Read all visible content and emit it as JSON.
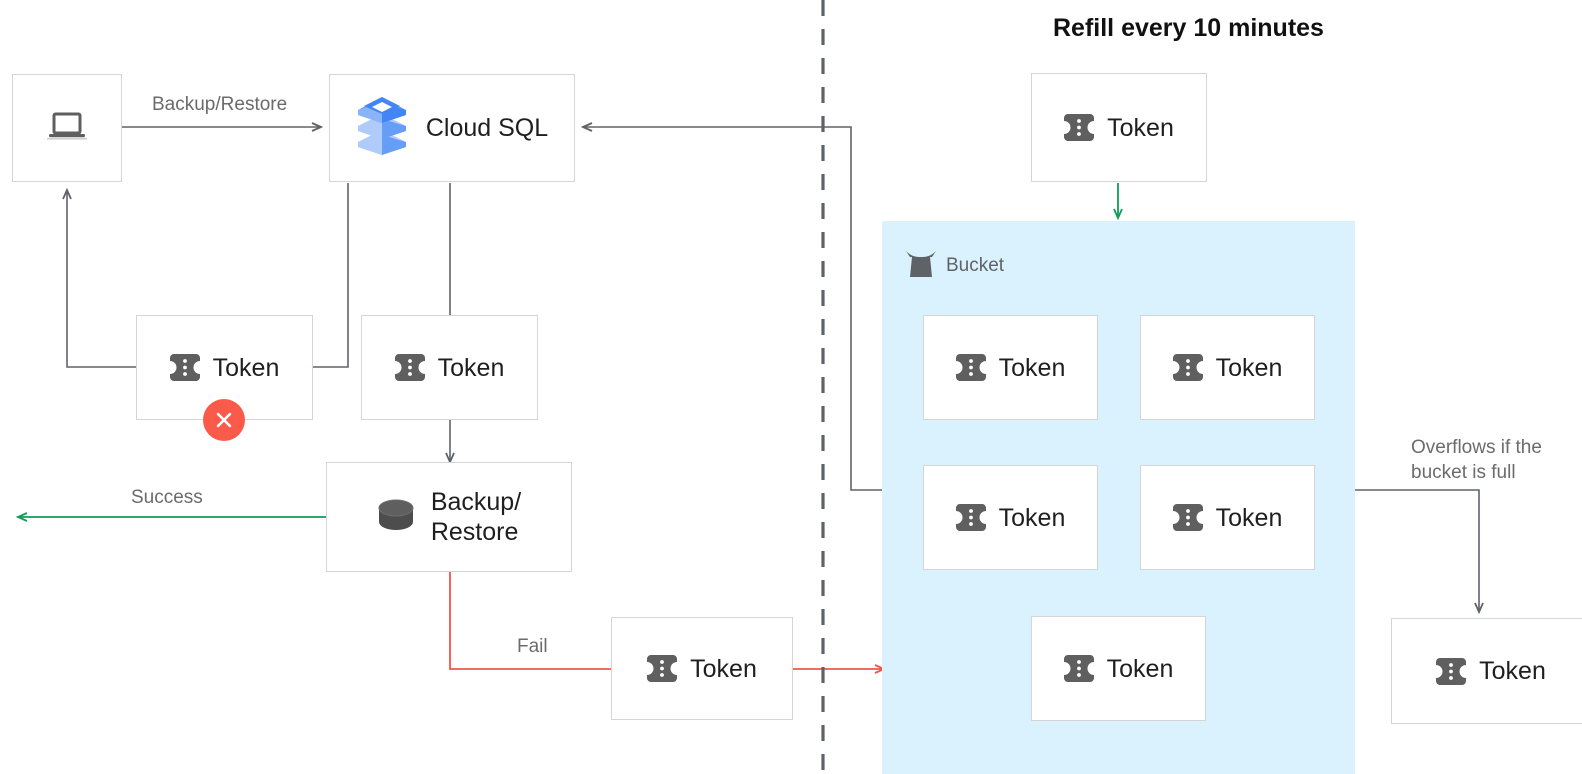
{
  "diagram": {
    "title_right": "Refill every 10 minutes",
    "colors": {
      "accent_blue_bucket": "#d9f2fd",
      "success_green": "#0f9d58",
      "fail_red": "#f4544a",
      "line_gray": "#5f6368",
      "box_border": "#d5d5d5",
      "icon_gray": "#5f5f5f",
      "badge_red": "#fb5a4b"
    },
    "nodes": {
      "client": {
        "icon": "laptop-icon",
        "label": ""
      },
      "cloud_sql": {
        "icon": "cloud-sql-icon",
        "label": "Cloud SQL"
      },
      "token_failed": {
        "icon": "token-icon",
        "label": "Token",
        "badge": "error-x-icon"
      },
      "token_consumed": {
        "icon": "token-icon",
        "label": "Token"
      },
      "backup_restore": {
        "icon": "database-icon",
        "label": "Backup/\nRestore"
      },
      "token_fail_out": {
        "icon": "token-icon",
        "label": "Token"
      },
      "token_refill": {
        "icon": "token-icon",
        "label": "Token"
      },
      "token_overflow": {
        "icon": "token-icon",
        "label": "Token"
      }
    },
    "bucket": {
      "icon": "bucket-icon",
      "label": "Bucket",
      "tokens": [
        {
          "icon": "token-icon",
          "label": "Token"
        },
        {
          "icon": "token-icon",
          "label": "Token"
        },
        {
          "icon": "token-icon",
          "label": "Token"
        },
        {
          "icon": "token-icon",
          "label": "Token"
        },
        {
          "icon": "token-icon",
          "label": "Token"
        }
      ]
    },
    "edge_labels": {
      "backup_restore": "Backup/Restore",
      "success": "Success",
      "fail": "Fail",
      "overflow": "Overflows if the\nbucket is full"
    }
  }
}
